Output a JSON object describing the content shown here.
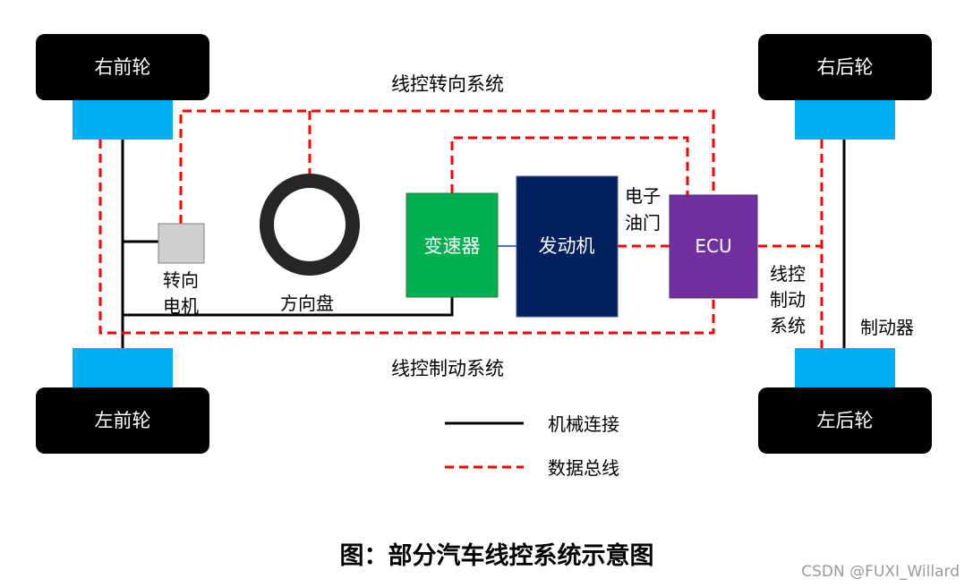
{
  "wheels": {
    "front_right": "右前轮",
    "rear_right": "右后轮",
    "front_left": "左前轮",
    "rear_left": "左后轮"
  },
  "components": {
    "steering_motor": [
      "转向",
      "电机"
    ],
    "steering_wheel": "方向盘",
    "transmission": "变速器",
    "engine": "发动机",
    "ecu": "ECU",
    "electronic_throttle": [
      "电子",
      "油门"
    ],
    "brake": "制动器"
  },
  "systems": {
    "steer_by_wire": "线控转向系统",
    "brake_by_wire": "线控制动系统",
    "brake_by_wire_vertical": [
      "线控",
      "制动",
      "系统"
    ]
  },
  "legend": {
    "mechanical": "机械连接",
    "data_bus": "数据总线"
  },
  "caption": "图：部分汽车线控系统示意图",
  "watermark": "CSDN @FUXI_Willard",
  "colors": {
    "wheel": "#000000",
    "hub": "#00b0f0",
    "motor": "#d0cece",
    "transmission": "#00b050",
    "engine": "#002060",
    "ecu": "#7030a0",
    "bus": "#ff0000",
    "mechanical": "#000000",
    "link": "#4472c4",
    "steering_ring": "#262626"
  }
}
